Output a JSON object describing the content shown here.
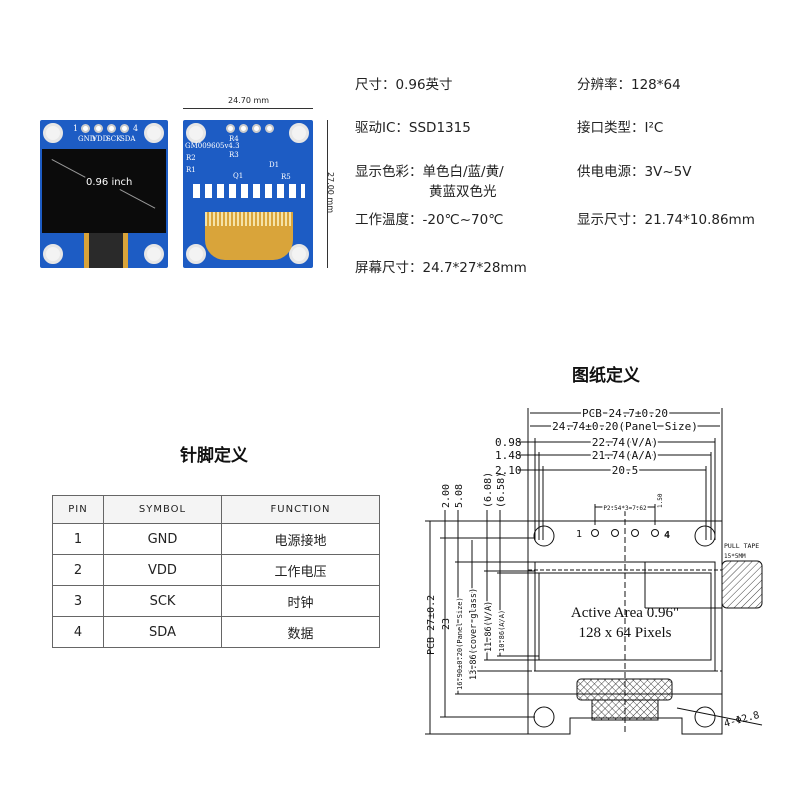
{
  "photos": {
    "front_screen_label": "0.96 inch",
    "front_pin_numbers": [
      "1",
      "4"
    ],
    "front_pin_labels": [
      "GND",
      "VDD",
      "SCK",
      "SDA"
    ],
    "back_silkscreen": [
      "R4",
      "R3",
      "R2",
      "R1",
      "Q1",
      "D1",
      "R5",
      "GM009605v4.3"
    ],
    "width_dimension": "24.70 mm",
    "height_dimension": "27.00 mm",
    "colors": {
      "pcb": "#1d5cc4",
      "screen": "#0b0b0b",
      "flex_cable": "#d9a43a"
    }
  },
  "specs": [
    {
      "label": "尺寸：",
      "value": "0.96英寸"
    },
    {
      "label": "分辨率：",
      "value": "128*64"
    },
    {
      "label": "驱动IC：",
      "value": "SSD1315"
    },
    {
      "label": "接口类型：",
      "value": "I²C"
    },
    {
      "label": "显示色彩：",
      "value": "单色白/蓝/黄/",
      "value2": "黄蓝双色光"
    },
    {
      "label": "供电电源：",
      "value": "3V~5V"
    },
    {
      "label": "工作温度：",
      "value": "-20℃~70℃"
    },
    {
      "label": "显示尺寸：",
      "value": "21.74*10.86mm"
    },
    {
      "label": "屏幕尺寸：",
      "value": "24.7*27*28mm"
    }
  ],
  "pin_section": {
    "title": "针脚定义",
    "headers": [
      "PIN",
      "SYMBOL",
      "FUNCTION"
    ],
    "rows": [
      [
        "1",
        "GND",
        "电源接地"
      ],
      [
        "2",
        "VDD",
        "工作电压"
      ],
      [
        "3",
        "SCK",
        "时钟"
      ],
      [
        "4",
        "SDA",
        "数据"
      ]
    ]
  },
  "drawing": {
    "title": "图纸定义",
    "pcb_width": "PCB 24.7±0.20",
    "panel_width": "24.74±0.20(Panel Size)",
    "va_offset": "0.98",
    "va_width": "22.74(V/A)",
    "aa_offset": "1.48",
    "aa_width": "21.74(A/A)",
    "inner_offset": "2.10",
    "inner_width": "20.5",
    "pin_pitch": "P2.54*3=7.62",
    "pin_margin": "1.50",
    "pin_first": "1",
    "pin_last": "4",
    "pull_tape": "PULL TAPE",
    "pull_tape_size": "15*5MM",
    "active_area": "Active Area 0.96\"",
    "pixels": "128 x 64 Pixels",
    "pcb_height": "PCB 27±0.2",
    "hole_spacing": "23",
    "dim_2": "2.00",
    "dim_508": "5.08",
    "panel_height": "16.90±0.20(Panel Size)",
    "glass_height": "13.86(cover glass)",
    "dim_608": "(6.08)",
    "dim_658": "(6.58)",
    "va_height": "11.86(V/A)",
    "aa_height": "10.86(A/A)",
    "holes": "4-Φ2.8"
  }
}
